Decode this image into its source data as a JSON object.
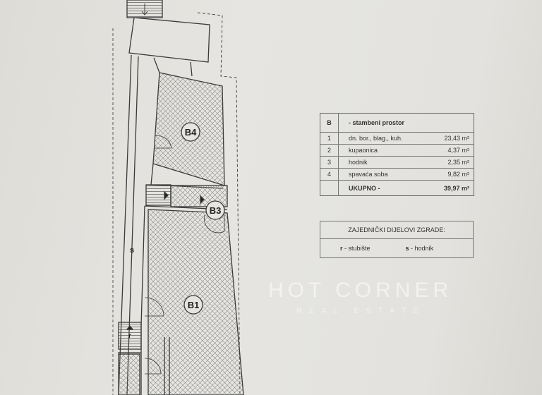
{
  "plan": {
    "rooms": [
      {
        "id": "B4"
      },
      {
        "id": "B3"
      },
      {
        "id": "B1"
      }
    ],
    "corridor_label": "s",
    "stair_label": "r"
  },
  "area_table": {
    "header_code": "B",
    "header_title": "- stambeni prostor",
    "rows": [
      {
        "no": "1",
        "name": "dn. bor., blag., kuh.",
        "area": "23,43 m²"
      },
      {
        "no": "2",
        "name": "kupaonica",
        "area": "4,37 m²"
      },
      {
        "no": "3",
        "name": "hodnik",
        "area": "2,35 m²"
      },
      {
        "no": "4",
        "name": "spavaća soba",
        "area": "9,82 m²"
      }
    ],
    "total_label": "UKUPNO -",
    "total_area": "39,97 m²"
  },
  "common_parts": {
    "title": "ZAJEDNIČKI DIJELOVI ZGRADE:",
    "items": [
      {
        "key": "r",
        "label": " - stubište"
      },
      {
        "key": "s",
        "label": " - hodnik"
      }
    ]
  },
  "watermark": {
    "line1": "HOT CORNER",
    "line2": "REAL ESTATE"
  }
}
